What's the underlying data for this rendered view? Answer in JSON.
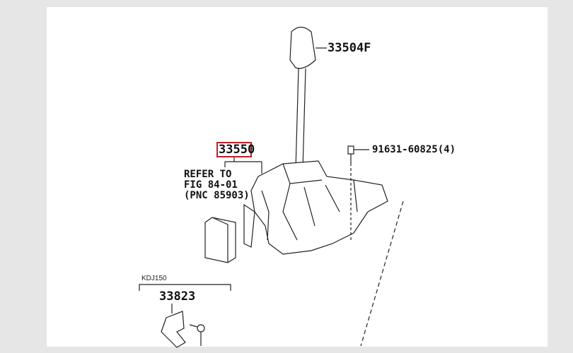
{
  "parts": {
    "knob": "33504F",
    "bolt": "91631-60825(4)",
    "shift_lever_assy": "33550",
    "refer_line1": "REFER TO",
    "refer_line2": "FIG 84-01",
    "refer_line3": "(PNC 85903)",
    "variant_label": "KDJ150",
    "bracket": "33823"
  },
  "highlight_color": "#c02028"
}
